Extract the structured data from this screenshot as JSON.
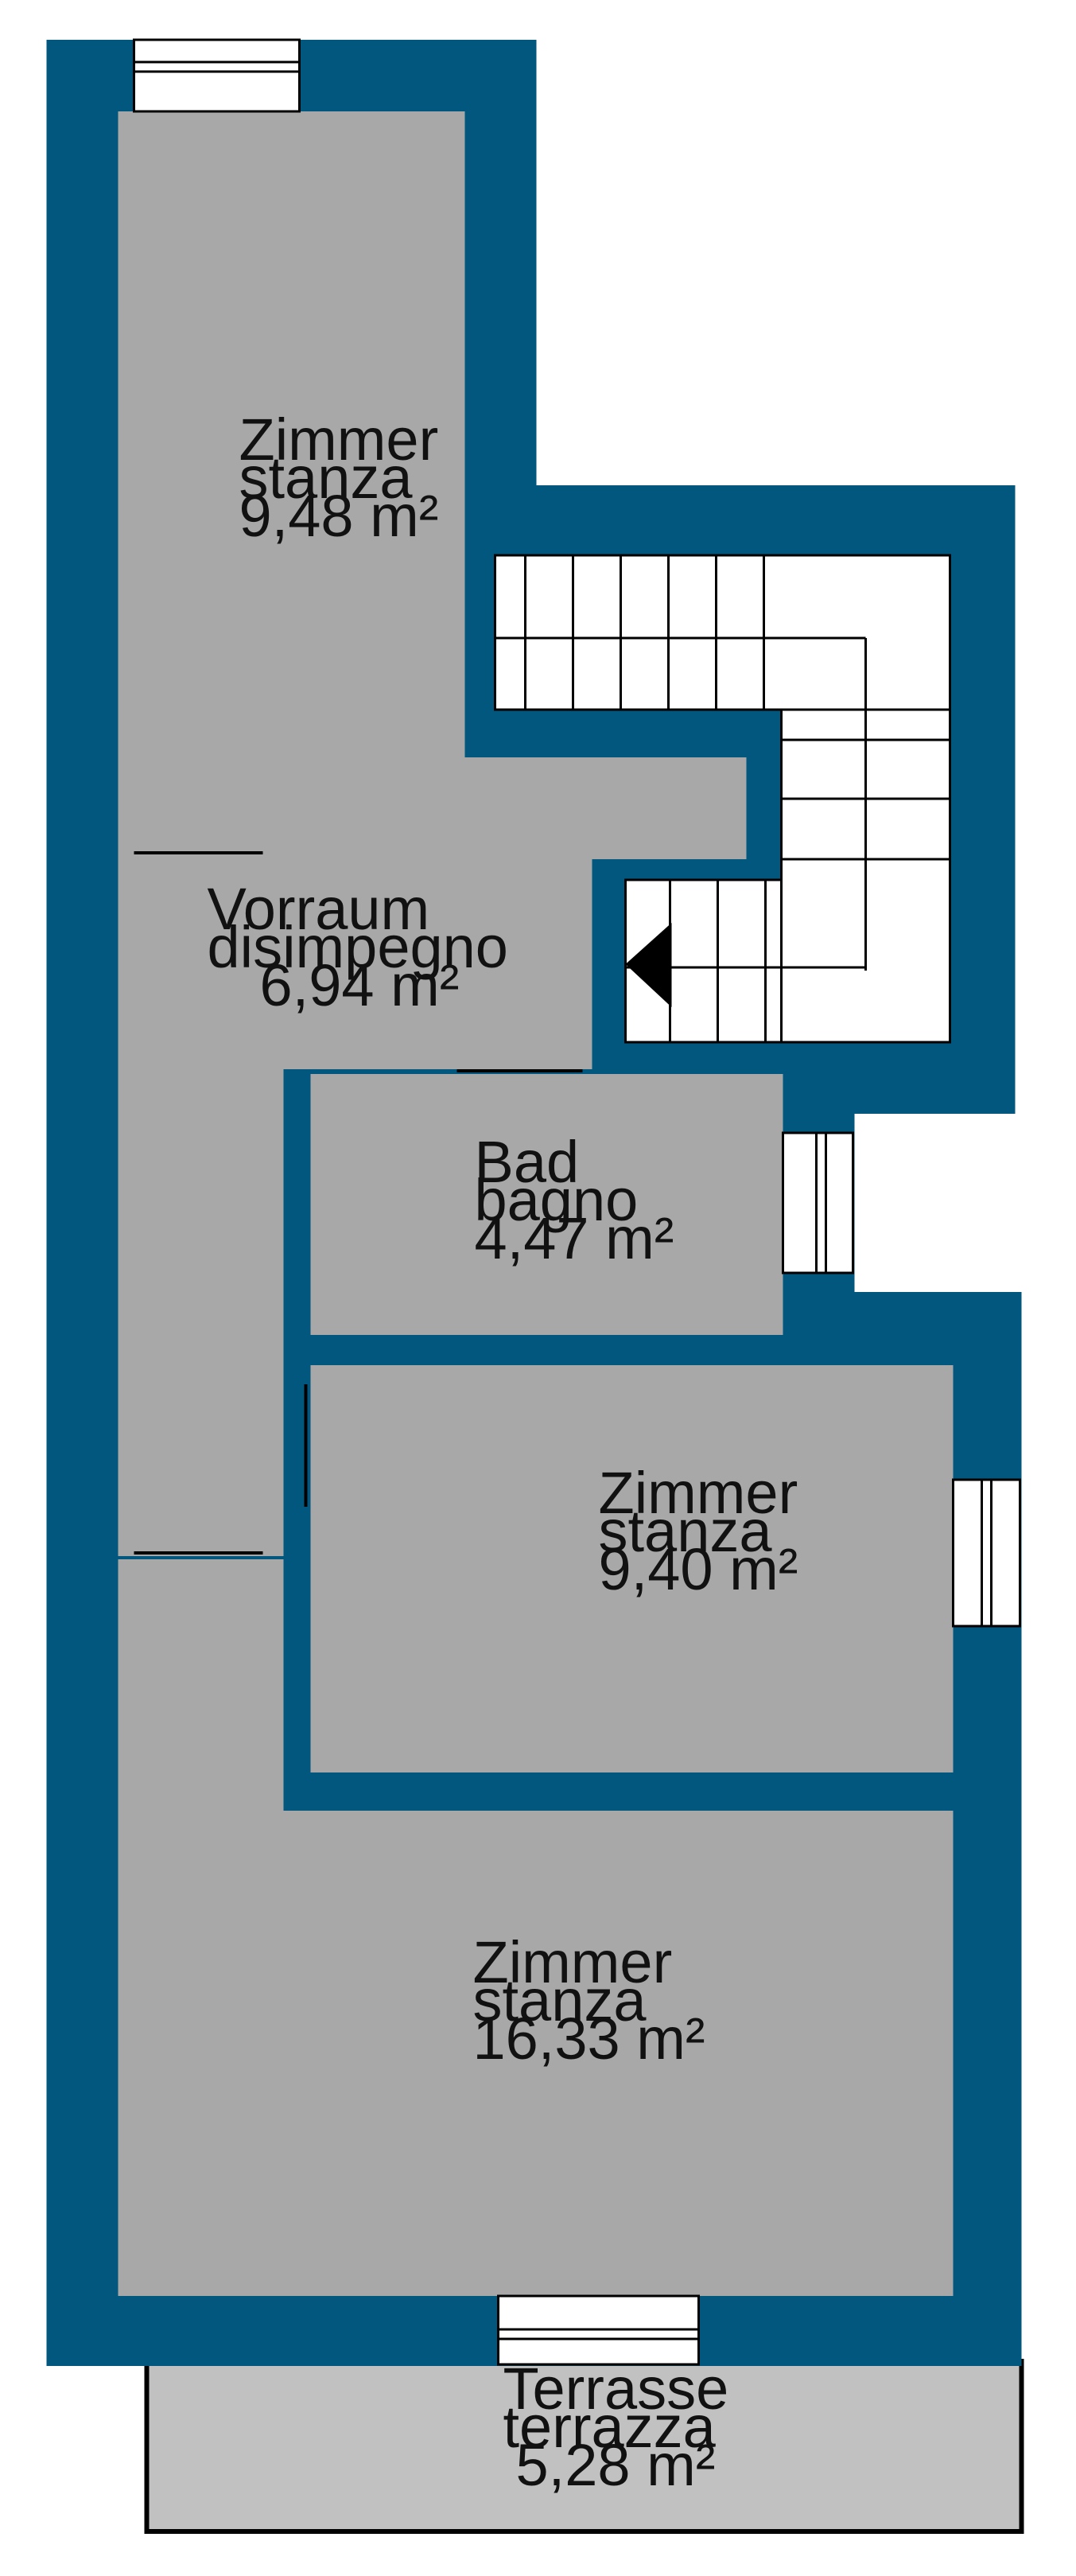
{
  "colors": {
    "wall": "#02577E",
    "floor": "#A8A8A8",
    "terrace": "#C1C1C1",
    "stair": "#FFFFFF",
    "line": "#000000"
  },
  "rooms": [
    {
      "id": "zimmer-top",
      "label_de": "Zimmer",
      "label_it": "stanza",
      "area": "9,48 m²"
    },
    {
      "id": "vorraum",
      "label_de": "Vorraum",
      "label_it": "disimpegno",
      "area": "6,94 m²"
    },
    {
      "id": "bad",
      "label_de": "Bad",
      "label_it": "bagno",
      "area": "4,47 m²"
    },
    {
      "id": "zimmer-middle",
      "label_de": "Zimmer",
      "label_it": "stanza",
      "area": "9,40 m²"
    },
    {
      "id": "zimmer-bottom",
      "label_de": "Zimmer",
      "label_it": "stanza",
      "area": "16,33 m²"
    },
    {
      "id": "terrasse",
      "label_de": "Terrasse",
      "label_it": "terrazza",
      "area": "5,28 m²"
    }
  ]
}
